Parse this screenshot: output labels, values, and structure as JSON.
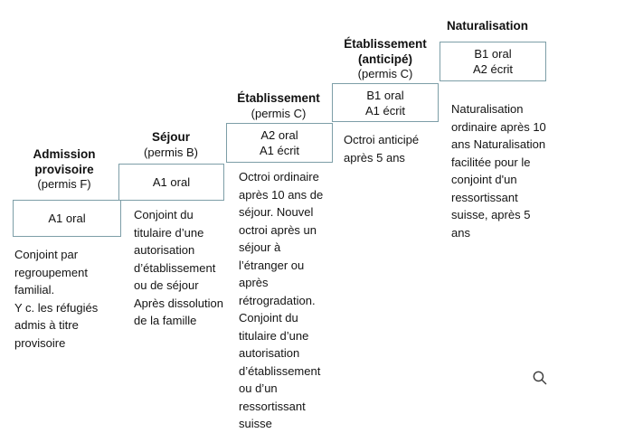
{
  "diagram": {
    "title_hidden": "",
    "border_color": "#7d9ea7",
    "columns": [
      {
        "id": "admission-provisoire",
        "title": "Admission",
        "title_line2": "provisoire",
        "permit": "(permis F)",
        "levels": [
          "A1 oral"
        ],
        "note": "Conjoint par regroupement familial.\nY c. les réfugiés admis à titre provisoire"
      },
      {
        "id": "sejour",
        "title": "Séjour",
        "title_line2": "",
        "permit": "(permis B)",
        "levels": [
          "A1 oral"
        ],
        "note": "Conjoint du titulaire d’une autorisation d’établissement ou de séjour Après dissolution de la famille"
      },
      {
        "id": "etablissement",
        "title": "Établissement",
        "title_line2": "",
        "permit": "(permis C)",
        "levels": [
          "A2 oral",
          "A1 écrit"
        ],
        "note": "Octroi ordinaire après 10 ans de séjour. Nouvel octroi après un séjour à l’étranger ou après rétrogradation. Conjoint du titulaire d’une autorisation d’établissement ou d’un ressortissant suisse"
      },
      {
        "id": "etablissement-anticipe",
        "title": "Établissement",
        "title_line2": "(anticipé)",
        "permit": "(permis C)",
        "levels": [
          "B1 oral",
          "A1 écrit"
        ],
        "note": "Octroi anticipé après 5 ans"
      },
      {
        "id": "naturalisation",
        "title": "Naturalisation",
        "title_line2": "",
        "permit": "",
        "levels": [
          "B1 oral",
          "A2 écrit"
        ],
        "note": "Naturalisation ordinaire après 10 ans Naturalisation facilitée pour le conjoint d'un ressortissant suisse, après 5 ans"
      }
    ],
    "search_icon_name": "search-icon"
  }
}
